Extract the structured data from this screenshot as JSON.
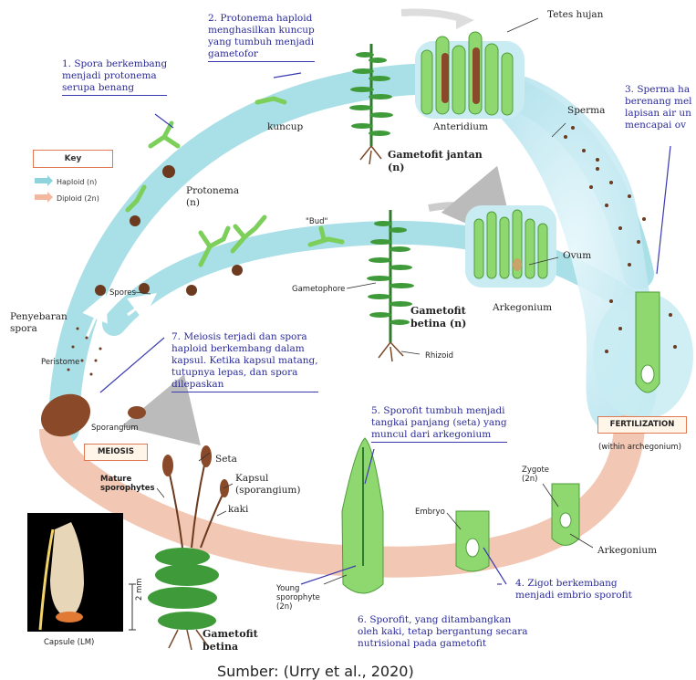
{
  "labels": {
    "s1": "1. Spora berkembang\nmenjadi protonema\nserupa benang",
    "s2": "2. Protonema haploid\nmenghasilkan kuncup\nyang tumbuh menjadi\ngametofor",
    "s3": "3. Sperma ha\nberenang mel\nlapisan air un\nmencapai ov",
    "s4": "4. Zigot berkembang\nmenjadi embrio sporofit",
    "s5": "5. Sporofit tumbuh menjadi\ntangkai panjang (seta) yang\nmuncul dari arkegonium",
    "s6": "6. Sporofit, yang ditambangkan\noleh kaki, tetap bergantung secara\nnutrisional pada gametofit",
    "s7": "7. Meiosis terjadi dan spora\nhaploid berkembang dalam\nkapsul. Ketika kapsul matang,\ntutupnya lepas, dan spora\ndilepaskan",
    "tetes": "Tetes hujan",
    "anteridium": "Anteridium",
    "sperma": "Sperma",
    "gam_jantan": "Gametofit jantan\n(n)",
    "kuncup": "kuncup",
    "protonema": "Protonema\n(n)",
    "bud": "\"Bud\"",
    "spores": "Spores",
    "gametophore": "Gametophore",
    "gam_betina": "Gametofit\nbetina (n)",
    "rhizoid": "Rhizoid",
    "ovum": "Ovum",
    "arkegonium_top": "Arkegonium",
    "penyebaran": "Penyebaran\nspora",
    "peristome": "Peristome",
    "sporangium": "Sporangium",
    "seta": "Seta",
    "kapsul": "Kapsul\n(sporangium)",
    "kaki": "kaki",
    "mature": "Mature\nsporophytes",
    "gam_betina_bottom": "Gametofit\nbetina",
    "capsule_lm": "Capsule (LM)",
    "scale": "2 mm",
    "young": "Young\nsporophyte\n(2n)",
    "embryo": "Embryo",
    "zygote": "Zygote\n(2n)",
    "arkegonium_bottom": "Arkegonium",
    "within": "(within archegonium)",
    "source": "Sumber: (Urry et al., 2020)"
  },
  "key": {
    "title": "Key",
    "haploid": "Haploid (n)",
    "diploid": "Diploid (2n)",
    "haploid_color": "#8fd3dc",
    "diploid_color": "#f2b8a0"
  },
  "tags": {
    "fertilization": "FERTILIZATION",
    "meiosis": "MEIOSIS"
  },
  "colors": {
    "haploid_band": "#a9dfe6",
    "diploid_band": "#f2c7b4",
    "water": "#cfeef5",
    "plant_green": "#3f9a3a",
    "cell_green": "#7ccf5a",
    "spore_brown": "#6b3a1f"
  }
}
